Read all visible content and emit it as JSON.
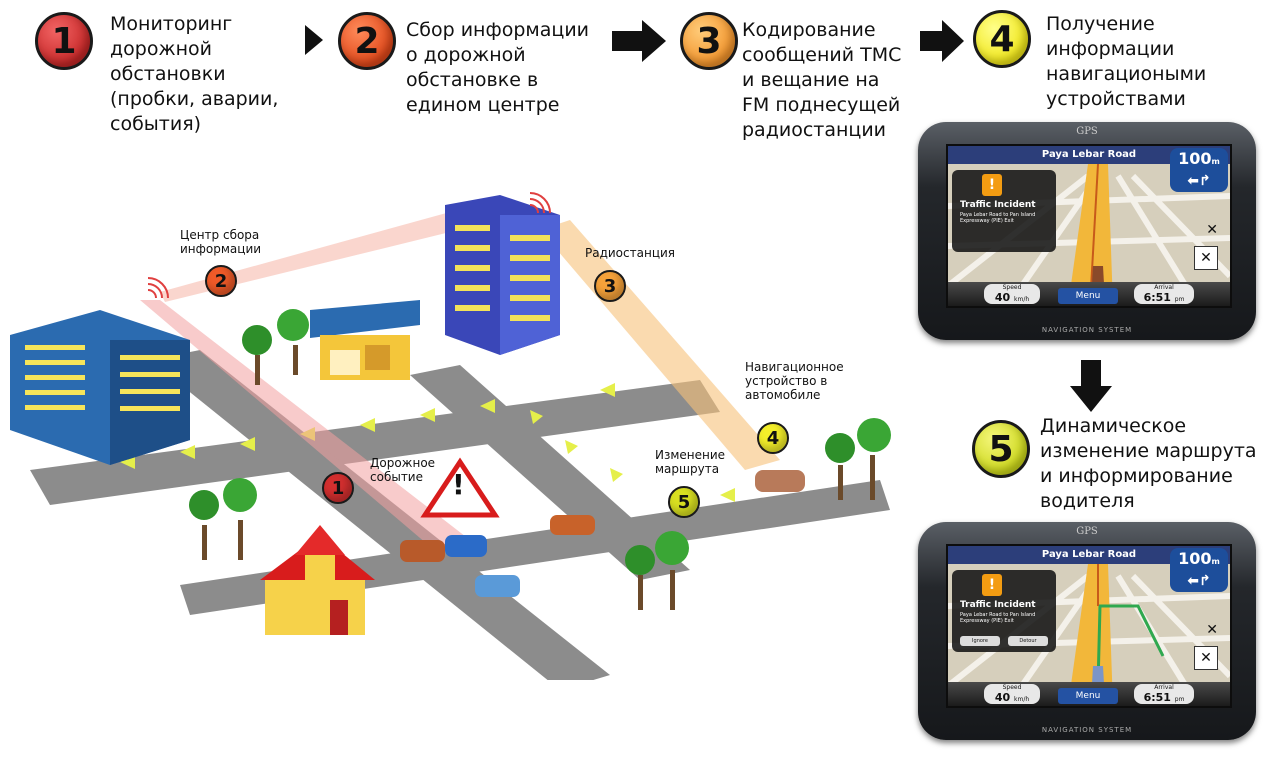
{
  "steps": [
    {
      "num": "1",
      "text": "Мониторинг\nдорожной\nобстановки\n(пробки, аварии,\nсобытия)",
      "color": "#d32f2f"
    },
    {
      "num": "2",
      "text": "Сбор информации\nо дорожной\nобстановке в\nедином центре",
      "color": "#ef5a28"
    },
    {
      "num": "3",
      "text": "Кодирование\nсообщений TMC\nи вещание на\nFM поднесущей\nрадиостанции",
      "color": "#f6a23a"
    },
    {
      "num": "4",
      "text": "Получение\nинформации\nнавигациоными\nустройствами",
      "color": "#f4ef2a"
    },
    {
      "num": "5",
      "text": "Динамическое\nизменение маршрута\nи информирование\nводителя",
      "color": "#d9e021"
    }
  ],
  "map": {
    "labels": {
      "center": "Центр сбора\nинформации",
      "radio": "Радиостанция",
      "nav_device": "Навигационное\nустройство в\nавтомобиле",
      "route_change": "Изменение\nмаршрута",
      "incident": "Дорожное\nсобытие"
    },
    "badges": [
      {
        "num": "2",
        "color": "#ef5a28"
      },
      {
        "num": "3",
        "color": "#f6a23a"
      },
      {
        "num": "4",
        "color": "#f4ef2a"
      },
      {
        "num": "5",
        "color": "#d9e021"
      },
      {
        "num": "1",
        "color": "#d32f2f"
      }
    ]
  },
  "gps": {
    "brand": "GPS",
    "road": "Paya Lebar Road",
    "distance": "100",
    "distance_unit": "m",
    "incident_title": "Traffic Incident",
    "incident_desc": "Paya Lebar Road to Pan Island Expressway (PIE) Exit",
    "speed_label": "Speed",
    "speed_value": "40",
    "speed_unit": "km/h",
    "menu": "Menu",
    "arrival_label": "Arrival",
    "arrival_value": "6:51",
    "arrival_unit": "pm",
    "footer": "NAVIGATION SYSTEM",
    "ignore": "Ignore",
    "detour": "Detour"
  },
  "warning_symbol": "!"
}
